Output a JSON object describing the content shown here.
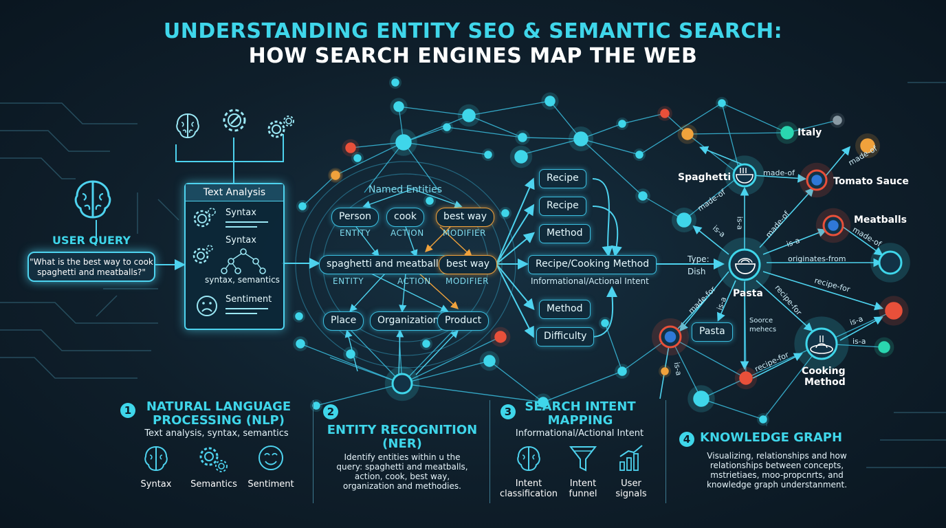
{
  "title_line1": "UNDERSTANDING ENTITY SEO & SEMANTIC SEARCH:",
  "title_line2": "HOW SEARCH ENGINES MAP THE WEB",
  "user_query": {
    "label": "USER QUERY",
    "text_line1": "\"What is the best way to cook",
    "text_line2": "spaghetti and meatballs?\""
  },
  "text_analysis": {
    "title": "Text Analysis",
    "items": [
      "Syntax",
      "Syntax",
      "syntax, semantics",
      "Sentiment"
    ]
  },
  "ner": {
    "heading": "Named Entities",
    "row1": [
      {
        "label": "Person",
        "sub": "ENTITY"
      },
      {
        "label": "cook",
        "sub": "ACTION"
      },
      {
        "label": "best way",
        "sub": "MODIFIER"
      }
    ],
    "row2": [
      {
        "label": "spaghetti and meatballs",
        "sub_left": "ENTITY",
        "sub_right": "ACTION"
      },
      {
        "label": "best way",
        "sub": "MODIFIER"
      }
    ],
    "row3": [
      "Place",
      "Organization",
      "Product"
    ]
  },
  "intent": {
    "items": [
      "Recipe",
      "Recipe",
      "Method",
      "Method",
      "Difficulty"
    ],
    "main_label": "Recipe/Cooking Method",
    "main_sub": "Informational/Actional Intent"
  },
  "knowledge_graph": {
    "nodes": {
      "spaghetti": "Spaghetti",
      "italy": "Italy",
      "tomato_sauce": "Tomato Sauce",
      "meatballs": "Meatballs",
      "pasta_center": "Pasta",
      "pasta_box": "Pasta",
      "cooking_method_l1": "Cooking",
      "cooking_method_l2": "Method"
    },
    "edges": {
      "type_dish_l1": "Type:",
      "type_dish_l2": "Dish",
      "made_of_1": "made-of",
      "made_of_2": "made-of",
      "made_of_3": "made-of",
      "made_of_4": "made-of",
      "made_of_5": "made-of",
      "is_a_1": "is-a",
      "is_a_2": "is-a",
      "is_a_3": "is-a",
      "is_a_4": "is-a",
      "is_a_5": "is-a",
      "is_a_6": "is-a",
      "is_a_7": "is-a",
      "originates_from": "originates-from",
      "recipe_for_1": "recipe-for",
      "recipe_for_2": "recipe-for",
      "recipe_for_3": "recipe-for",
      "made_for": "made-for",
      "source_l1": "Soorce",
      "source_l2": "mehecs"
    }
  },
  "sections": [
    {
      "num": "1",
      "title_l1": "NATURAL LANGUAGE",
      "title_l2": "PROCESSING (NLP)",
      "text_l1": "Text analysis, syntax, semantics",
      "icons": [
        {
          "icon": "brain-icon",
          "caption": "Syntax"
        },
        {
          "icon": "gears-icon",
          "caption": "Semantics"
        },
        {
          "icon": "smiley-icon",
          "caption": "Sentiment"
        }
      ]
    },
    {
      "num": "2",
      "title_l1": "ENTITY RECOGNITION",
      "title_l2": "(NER)",
      "text_l1": "Identify  entities within u the",
      "text_l2": "query: spaghetti and meatballs,",
      "text_l3": "action, cook, best way,",
      "text_l4": "organization and methodies."
    },
    {
      "num": "3",
      "title_l1": "SEARCH INTENT",
      "title_l2": "MAPPING",
      "text_l1": "Informational/Actional Intent",
      "icons": [
        {
          "icon": "brain-icon",
          "caption_l1": "Intent",
          "caption_l2": "classification"
        },
        {
          "icon": "funnel-icon",
          "caption_l1": "Intent",
          "caption_l2": "funnel"
        },
        {
          "icon": "bar-chart-icon",
          "caption_l1": "User",
          "caption_l2": "signals"
        }
      ]
    },
    {
      "num": "4",
      "title_l1": "KNOWLEDGE GRAPH",
      "text_l1": "Visualizing, relationships and how",
      "text_l2": "relationships between concepts,",
      "text_l3": "mstrietiaes, moo-propcnrts, and",
      "text_l4": "knowledge graph understanment."
    }
  ],
  "colors": {
    "cyan": "#3fd6ea",
    "orange": "#f0a23c",
    "red": "#e8503a",
    "background": "#0e1c27"
  }
}
